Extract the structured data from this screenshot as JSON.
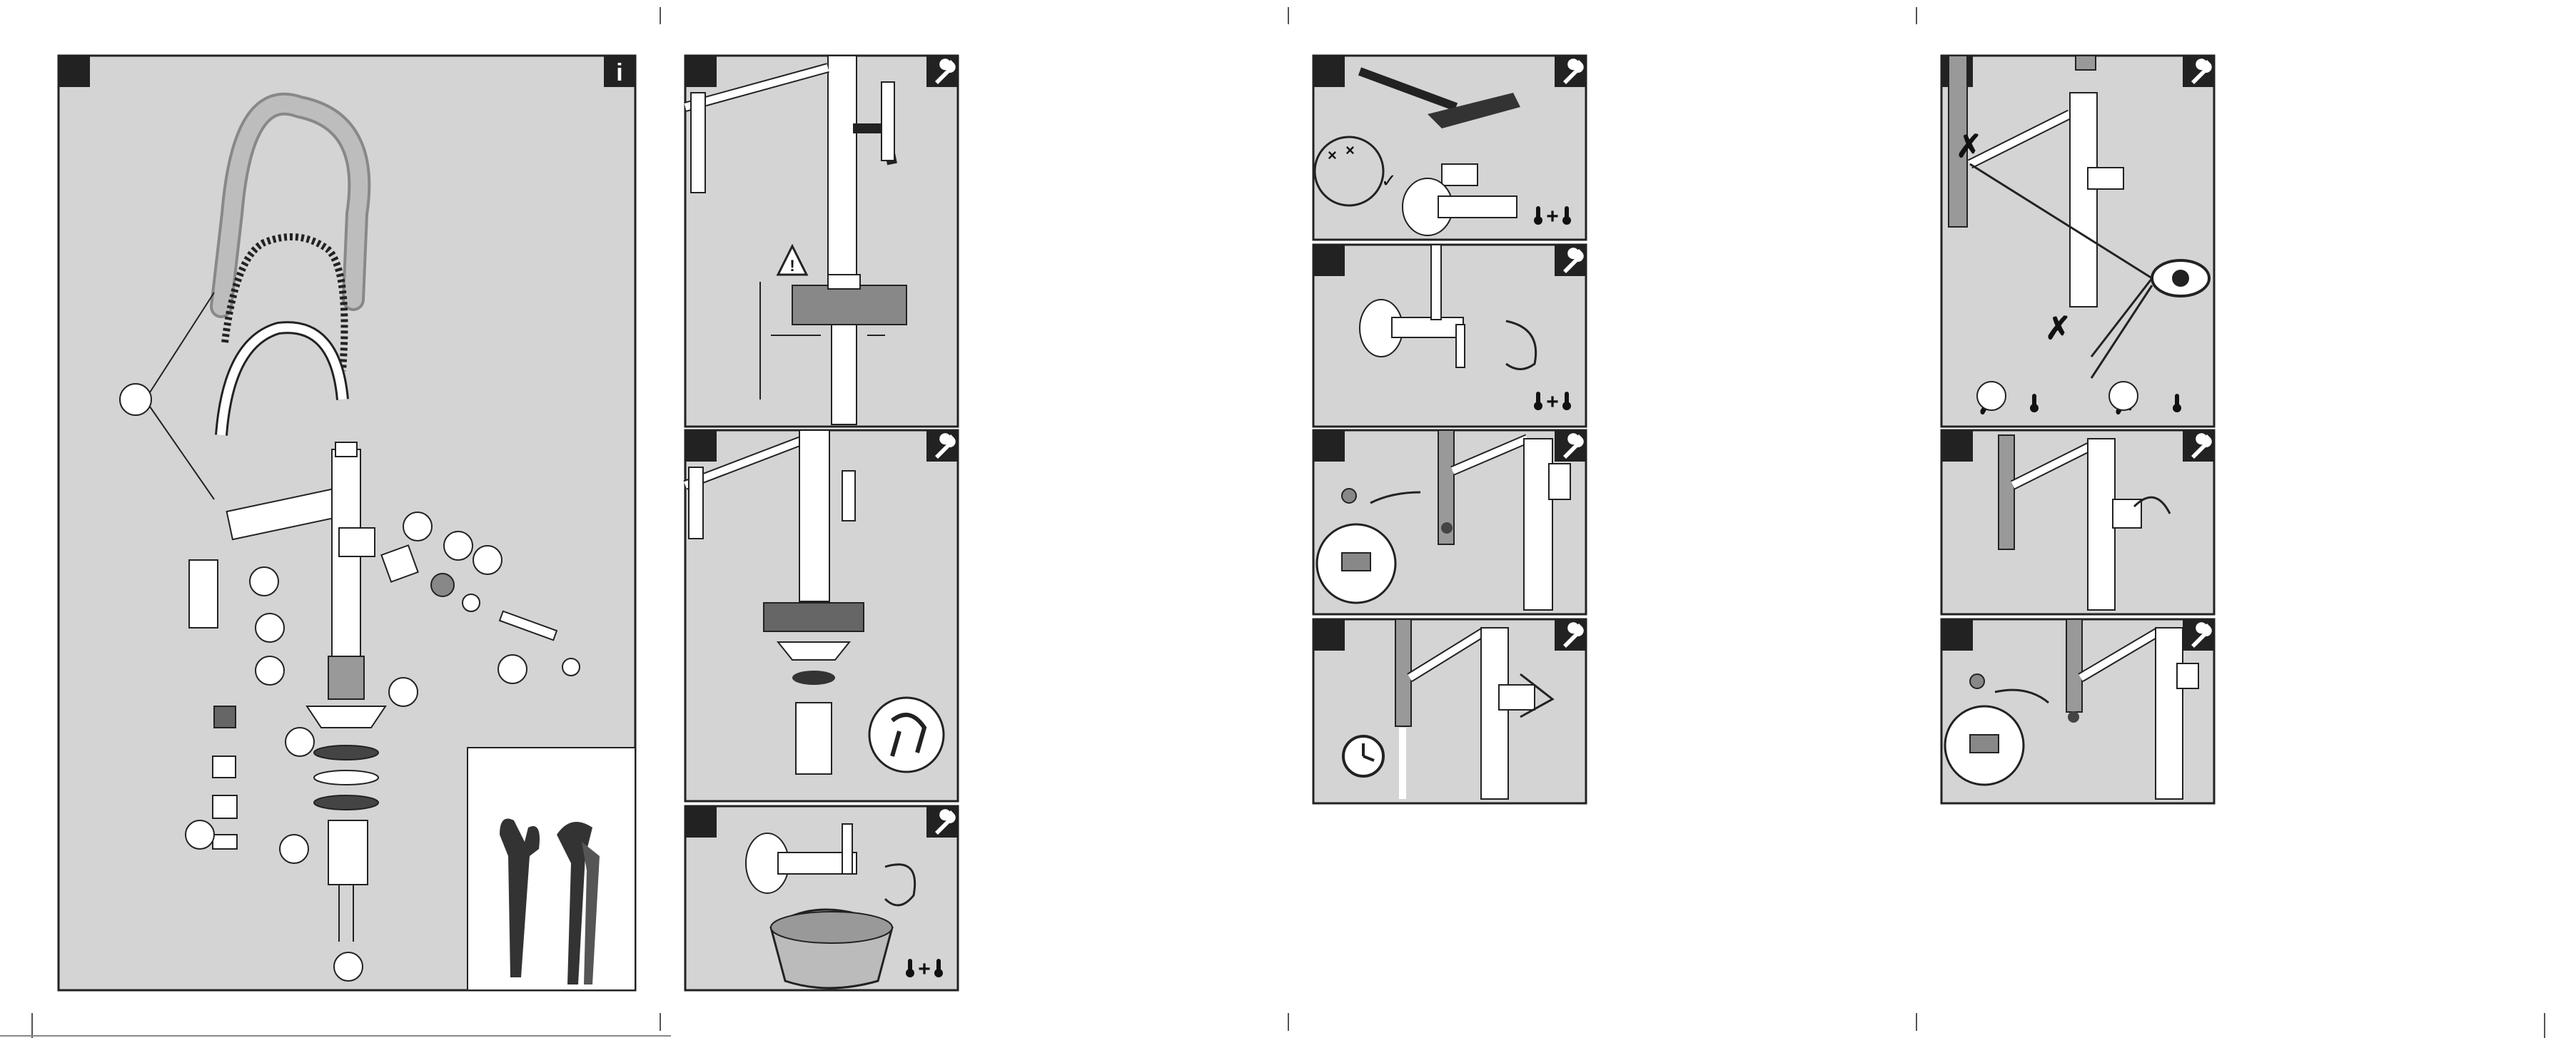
{
  "document": {
    "pages": 4,
    "panel_background": "#d4d4d4",
    "frame_color": "#222222",
    "info_icon_glyph": "i",
    "icons": [
      "info-icon",
      "wrench-icon",
      "warning-icon",
      "eye-icon",
      "clock-icon",
      "thermometer-icon",
      "adjustable-wrench-icon",
      "pliers-icon",
      "cross-mark-icon",
      "check-mark-icon"
    ]
  },
  "panels": {
    "exploded_view": {
      "callouts": 11
    },
    "install_steps_page2": 3,
    "install_steps_page3": 4,
    "install_steps_page4": 3
  },
  "hot_cold_symbol": "+"
}
